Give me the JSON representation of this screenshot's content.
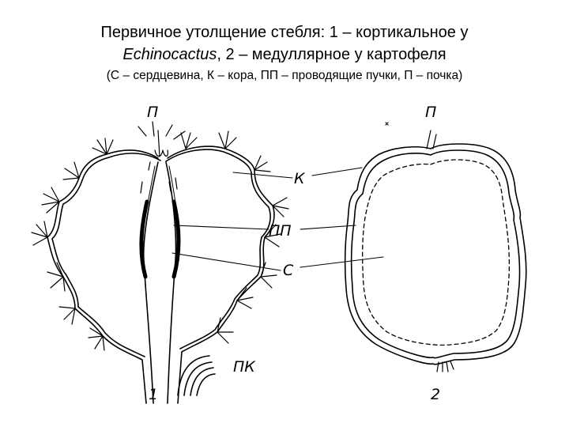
{
  "title_line1": "Первичное утолщение стебля: 1 – кортикальное у",
  "title_line2_italic": "Echinocactus",
  "title_line2_rest": ", 2 – медуллярное у картофеля",
  "subtitle": "(С – сердцевина, К – кора, ПП – проводящие пучки, П – почка)",
  "labels": {
    "p_left": "П",
    "p_right": "П",
    "k": "К",
    "pp": "ПП",
    "c": "С",
    "pk": "ПК",
    "num1": "1",
    "num2": "2"
  }
}
